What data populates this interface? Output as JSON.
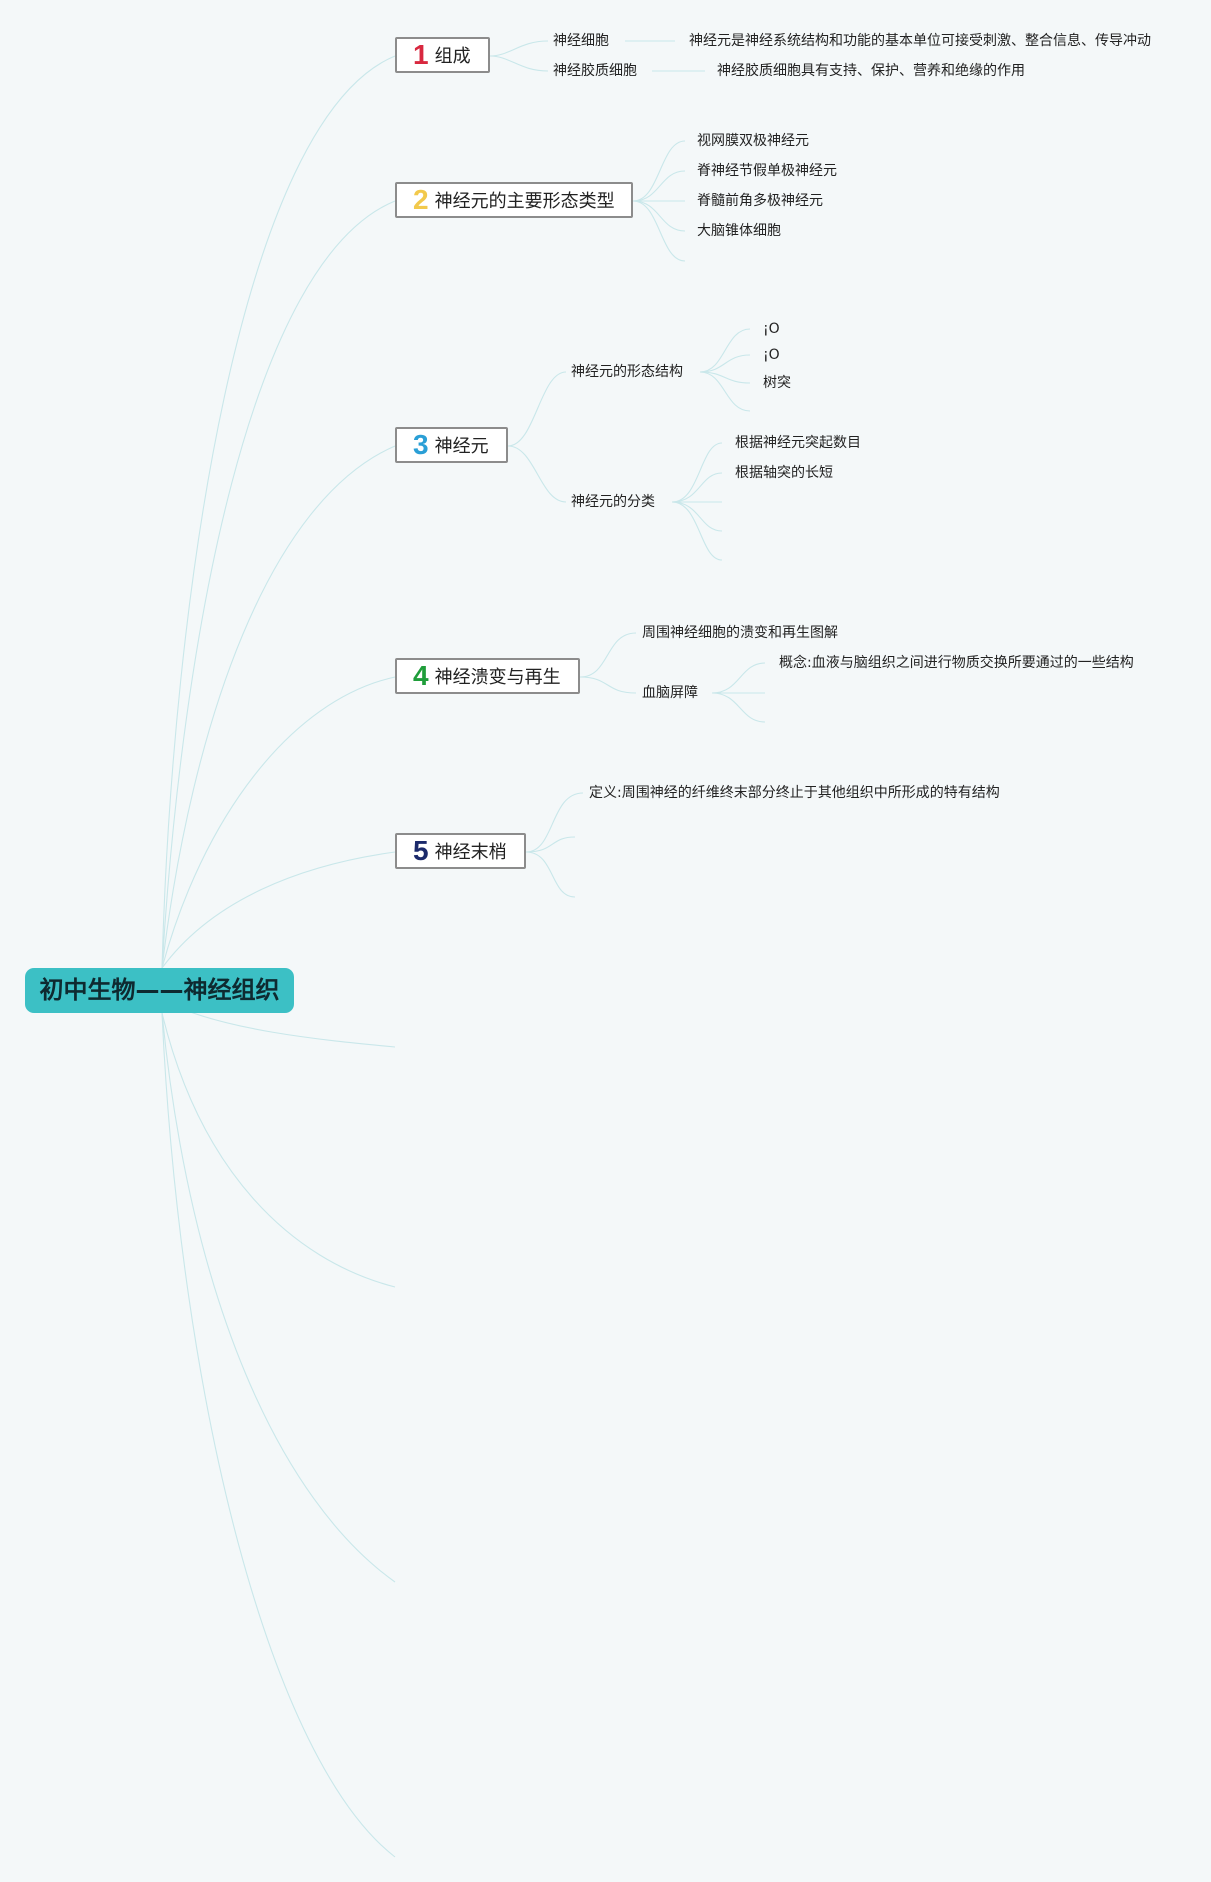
{
  "root": {
    "label": "初中生物——神经组织"
  },
  "branches": [
    {
      "number": "1",
      "color": "#d8283f",
      "label": "组成",
      "children": [
        {
          "label": "神经细胞",
          "detail": "神经元是神经系统结构和功能的基本单位可接受刺激、整合信息、传导冲动"
        },
        {
          "label": "神经胶质细胞",
          "detail": "神经胶质细胞具有支持、保护、营养和绝缘的作用"
        }
      ]
    },
    {
      "number": "2",
      "color": "#f2c94c",
      "label": "神经元的主要形态类型",
      "children": [
        {
          "label": "视网膜双极神经元"
        },
        {
          "label": "脊神经节假单极神经元"
        },
        {
          "label": "脊髓前角多极神经元"
        },
        {
          "label": "大脑锥体细胞"
        }
      ]
    },
    {
      "number": "3",
      "color": "#2a9fd6",
      "label": "神经元",
      "children": [
        {
          "label": "神经元的形态结构",
          "items": [
            "¡O",
            "¡O",
            "树突"
          ]
        },
        {
          "label": "神经元的分类",
          "items": [
            "根据神经元突起数目",
            "根据轴突的长短"
          ]
        }
      ]
    },
    {
      "number": "4",
      "color": "#1f9d3a",
      "label": "神经溃变与再生",
      "children": [
        {
          "label": "周围神经细胞的溃变和再生图解"
        },
        {
          "label": "血脑屏障",
          "items": [
            "概念:血液与脑组织之间进行物质交换所要通过的一些结构"
          ]
        }
      ]
    },
    {
      "number": "5",
      "color": "#1b2a6b",
      "label": "神经末梢",
      "children": [
        {
          "label": "定义:周围神经的纤维终末部分终止于其他组织中所形成的特有结构"
        }
      ]
    }
  ]
}
